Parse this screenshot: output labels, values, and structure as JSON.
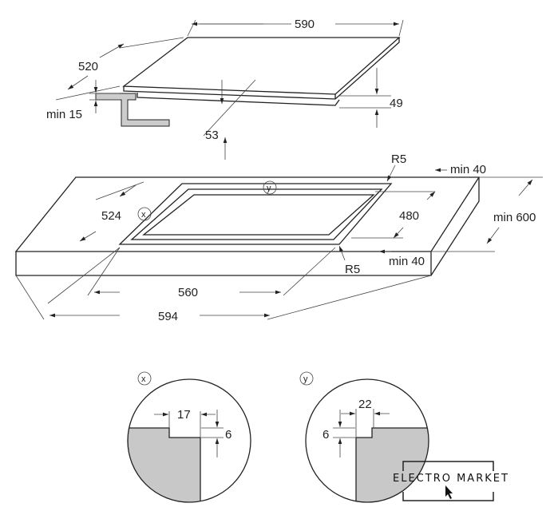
{
  "hob_dimensions": {
    "width": "590",
    "depth": "520",
    "min_gap": "min 15",
    "height": "49",
    "cut_depth": "53"
  },
  "cutout": {
    "radius_back": "R5",
    "radius_front": "R5",
    "min_back": "min 40",
    "min_front": "min 40",
    "cut_depth": "524",
    "cut_width_depth": "480",
    "min_counter": "min 600",
    "inner_width": "560",
    "outer_width": "594",
    "label_x": "x",
    "label_y": "y"
  },
  "detail_x": {
    "label": "x",
    "width": "17",
    "height": "6"
  },
  "detail_y": {
    "label": "y",
    "width": "22",
    "height": "6"
  },
  "watermark": {
    "title": "ELECTRO MARKET"
  },
  "colors": {
    "line": "#222222",
    "fill": "#c8c8c8"
  }
}
